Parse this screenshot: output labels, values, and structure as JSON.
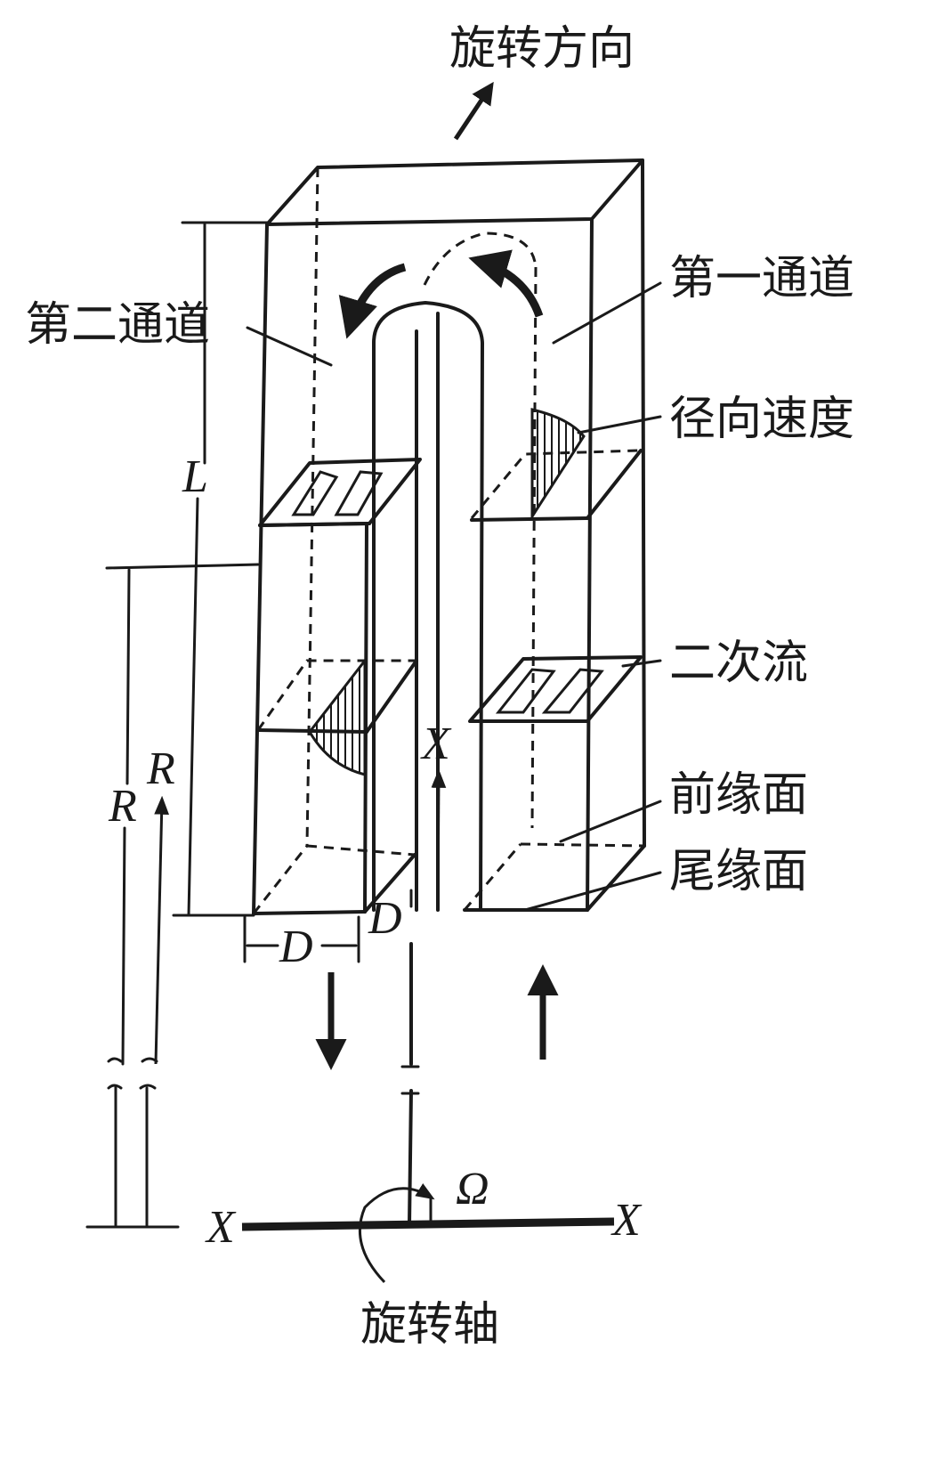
{
  "labels": {
    "rotation_direction": "旋转方向",
    "first_channel": "第一通道",
    "second_channel": "第二通道",
    "radial_velocity": "径向速度",
    "secondary_flow": "二次流",
    "leading_face": "前缘面",
    "trailing_face": "尾缘面",
    "rotation_axis": "旋转轴"
  },
  "symbols": {
    "length": "L",
    "radius_outer": "R",
    "radius_inner": "R",
    "width_left": "D",
    "width_gap": "D",
    "axis_x_top": "X",
    "axis_x_left": "X",
    "axis_x_right": "X",
    "omega": "Ω"
  }
}
